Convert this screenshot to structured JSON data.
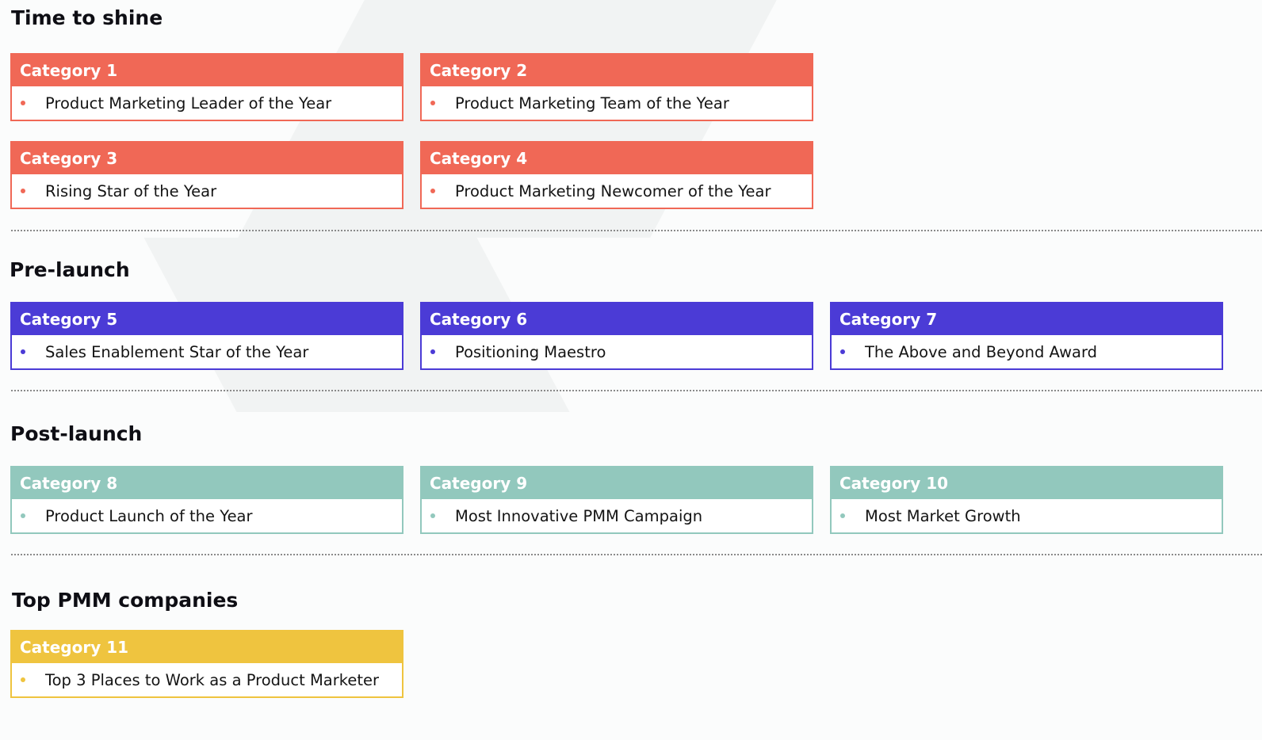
{
  "colors": {
    "coral": "#f06856",
    "indigo": "#4b3bd6",
    "teal": "#92c8bd",
    "gold": "#efc43f"
  },
  "sections": [
    {
      "title": "Time to shine",
      "cards": [
        {
          "header": "Category 1",
          "award": "Product Marketing Leader of the Year"
        },
        {
          "header": "Category 2",
          "award": "Product Marketing Team of the Year"
        },
        {
          "header": "Category 3",
          "award": "Rising Star of the Year"
        },
        {
          "header": "Category 4",
          "award": "Product Marketing Newcomer of the Year"
        }
      ]
    },
    {
      "title": "Pre-launch",
      "cards": [
        {
          "header": "Category 5",
          "award": "Sales Enablement Star of the Year"
        },
        {
          "header": "Category 6",
          "award": "Positioning Maestro"
        },
        {
          "header": "Category 7",
          "award": "The Above and Beyond Award"
        }
      ]
    },
    {
      "title": "Post-launch",
      "cards": [
        {
          "header": "Category 8",
          "award": "Product Launch of the Year"
        },
        {
          "header": "Category 9",
          "award": "Most Innovative PMM Campaign"
        },
        {
          "header": "Category 10",
          "award": "Most Market Growth"
        }
      ]
    },
    {
      "title": "Top PMM companies",
      "cards": [
        {
          "header": "Category 11",
          "award": "Top 3 Places to Work as a Product Marketer"
        }
      ]
    }
  ]
}
